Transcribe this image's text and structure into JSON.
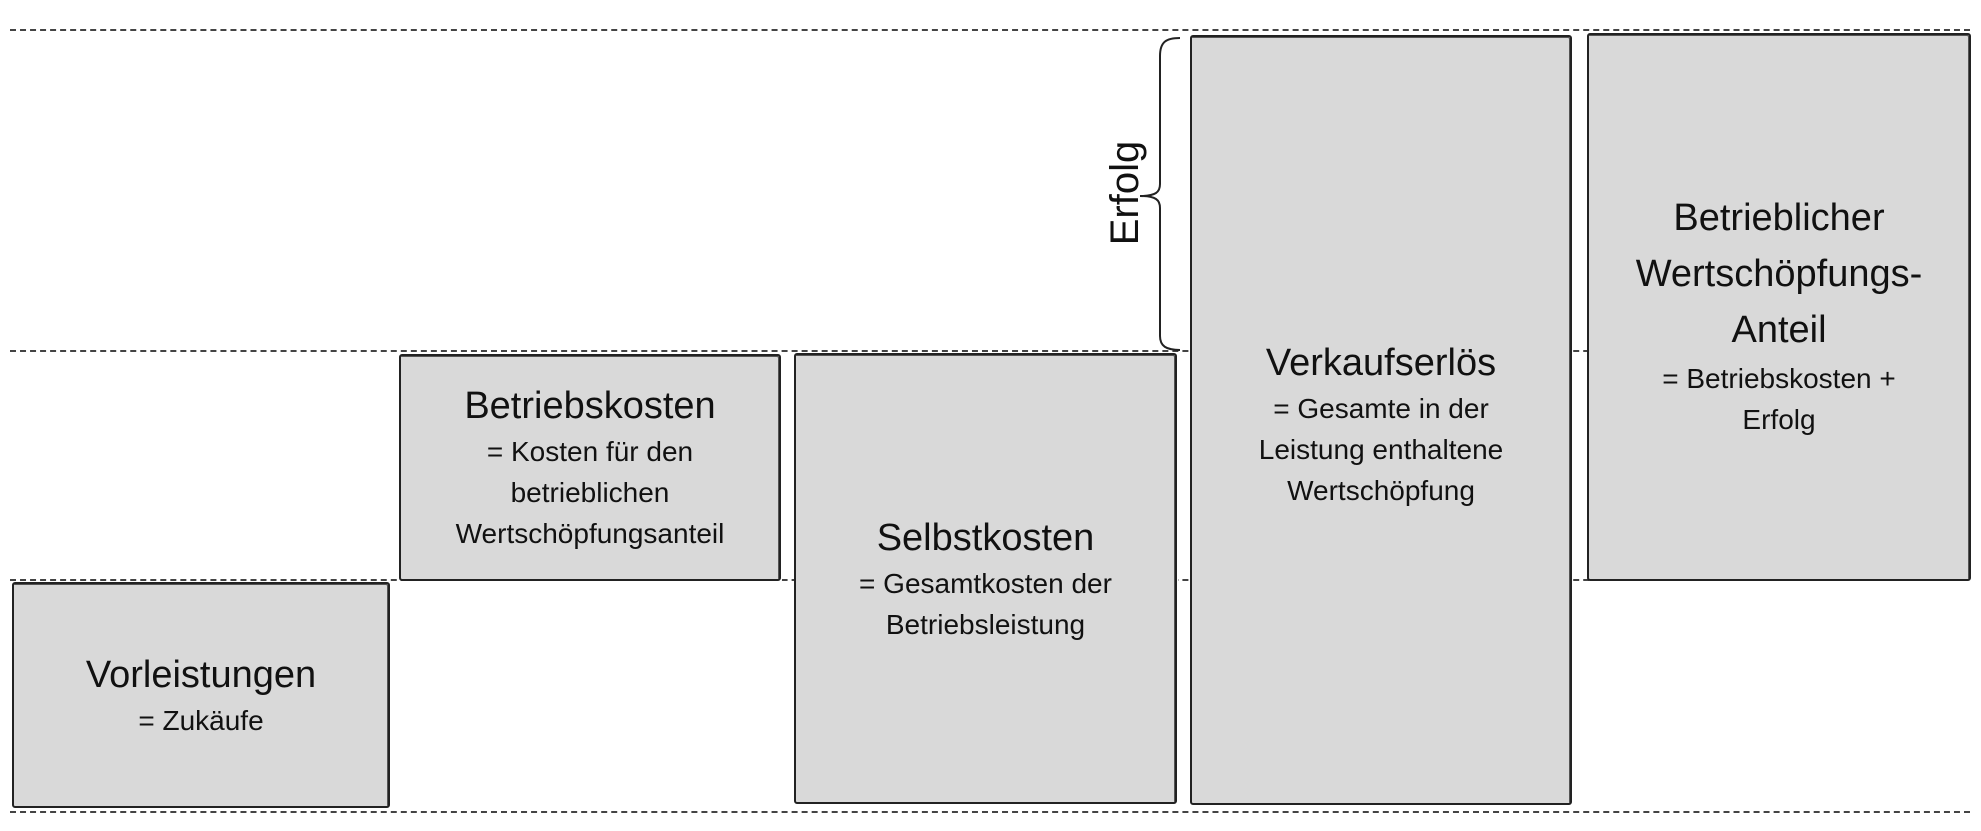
{
  "boxes": {
    "vorleistungen": {
      "title": "Vorleistungen",
      "desc": [
        "= Zukäufe"
      ]
    },
    "betriebskosten": {
      "title": "Betriebskosten",
      "desc": [
        "= Kosten für den",
        "betrieblichen",
        "Wertschöpfungsanteil"
      ]
    },
    "selbstkosten": {
      "title": "Selbstkosten",
      "desc": [
        "= Gesamtkosten der",
        "Betriebsleistung"
      ]
    },
    "verkaufserloes": {
      "title": "Verkaufserlös",
      "desc": [
        "= Gesamte in der",
        "Leistung enthaltene",
        "Wertschöpfung"
      ]
    },
    "betrieblicher": {
      "title": [
        "Betrieblicher",
        "Wertschöpfungs-",
        "Anteil"
      ],
      "desc": [
        "= Betriebskosten +",
        "Erfolg"
      ]
    }
  },
  "brace": {
    "label": "Erfolg"
  },
  "colors": {
    "box_fill": "#d9d9d9",
    "box_border": "#222222",
    "guide_line": "#444444"
  },
  "icons": {
    "brace": "curly-brace-icon"
  }
}
